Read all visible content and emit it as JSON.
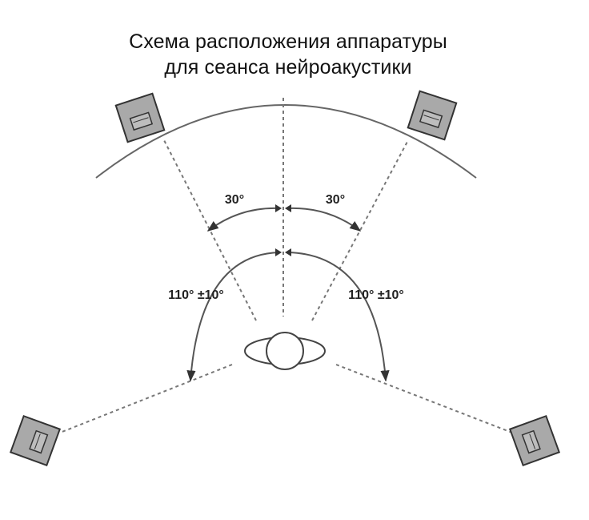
{
  "title": {
    "line1": "Схема расположения аппаратуры",
    "line2": "для сеанса нейроакустики"
  },
  "angles": {
    "front_left": "30°",
    "front_right": "30°",
    "surround_left": "110° ±10°",
    "surround_right": "110° ±10°"
  },
  "colors": {
    "speaker_fill": "#a9a9a9",
    "line": "#555555"
  },
  "icons": [
    "speaker-icon",
    "listener-head-icon"
  ]
}
